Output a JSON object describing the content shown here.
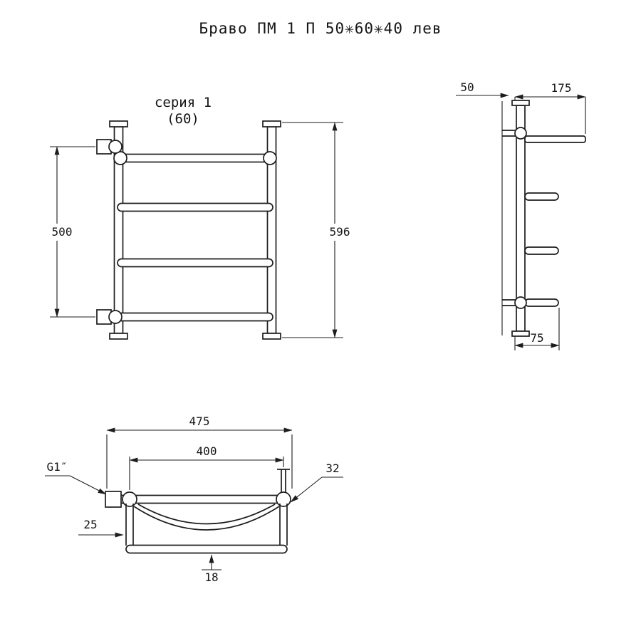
{
  "title": "Браво ПМ 1 П 50✳60✳40 лев",
  "front_view": {
    "series_label": "серия 1",
    "series_size": "(60)",
    "dim_mount_height": "500",
    "dim_total_height": "596"
  },
  "side_view": {
    "dim_wall_offset": "50",
    "dim_shelf_depth": "175",
    "dim_bottom_depth": "75"
  },
  "top_view": {
    "dim_total_width": "475",
    "dim_center_width": "400",
    "thread_label": "G1″",
    "dim_diameter": "32",
    "dim_front_offset": "25",
    "dim_gap": "18"
  }
}
